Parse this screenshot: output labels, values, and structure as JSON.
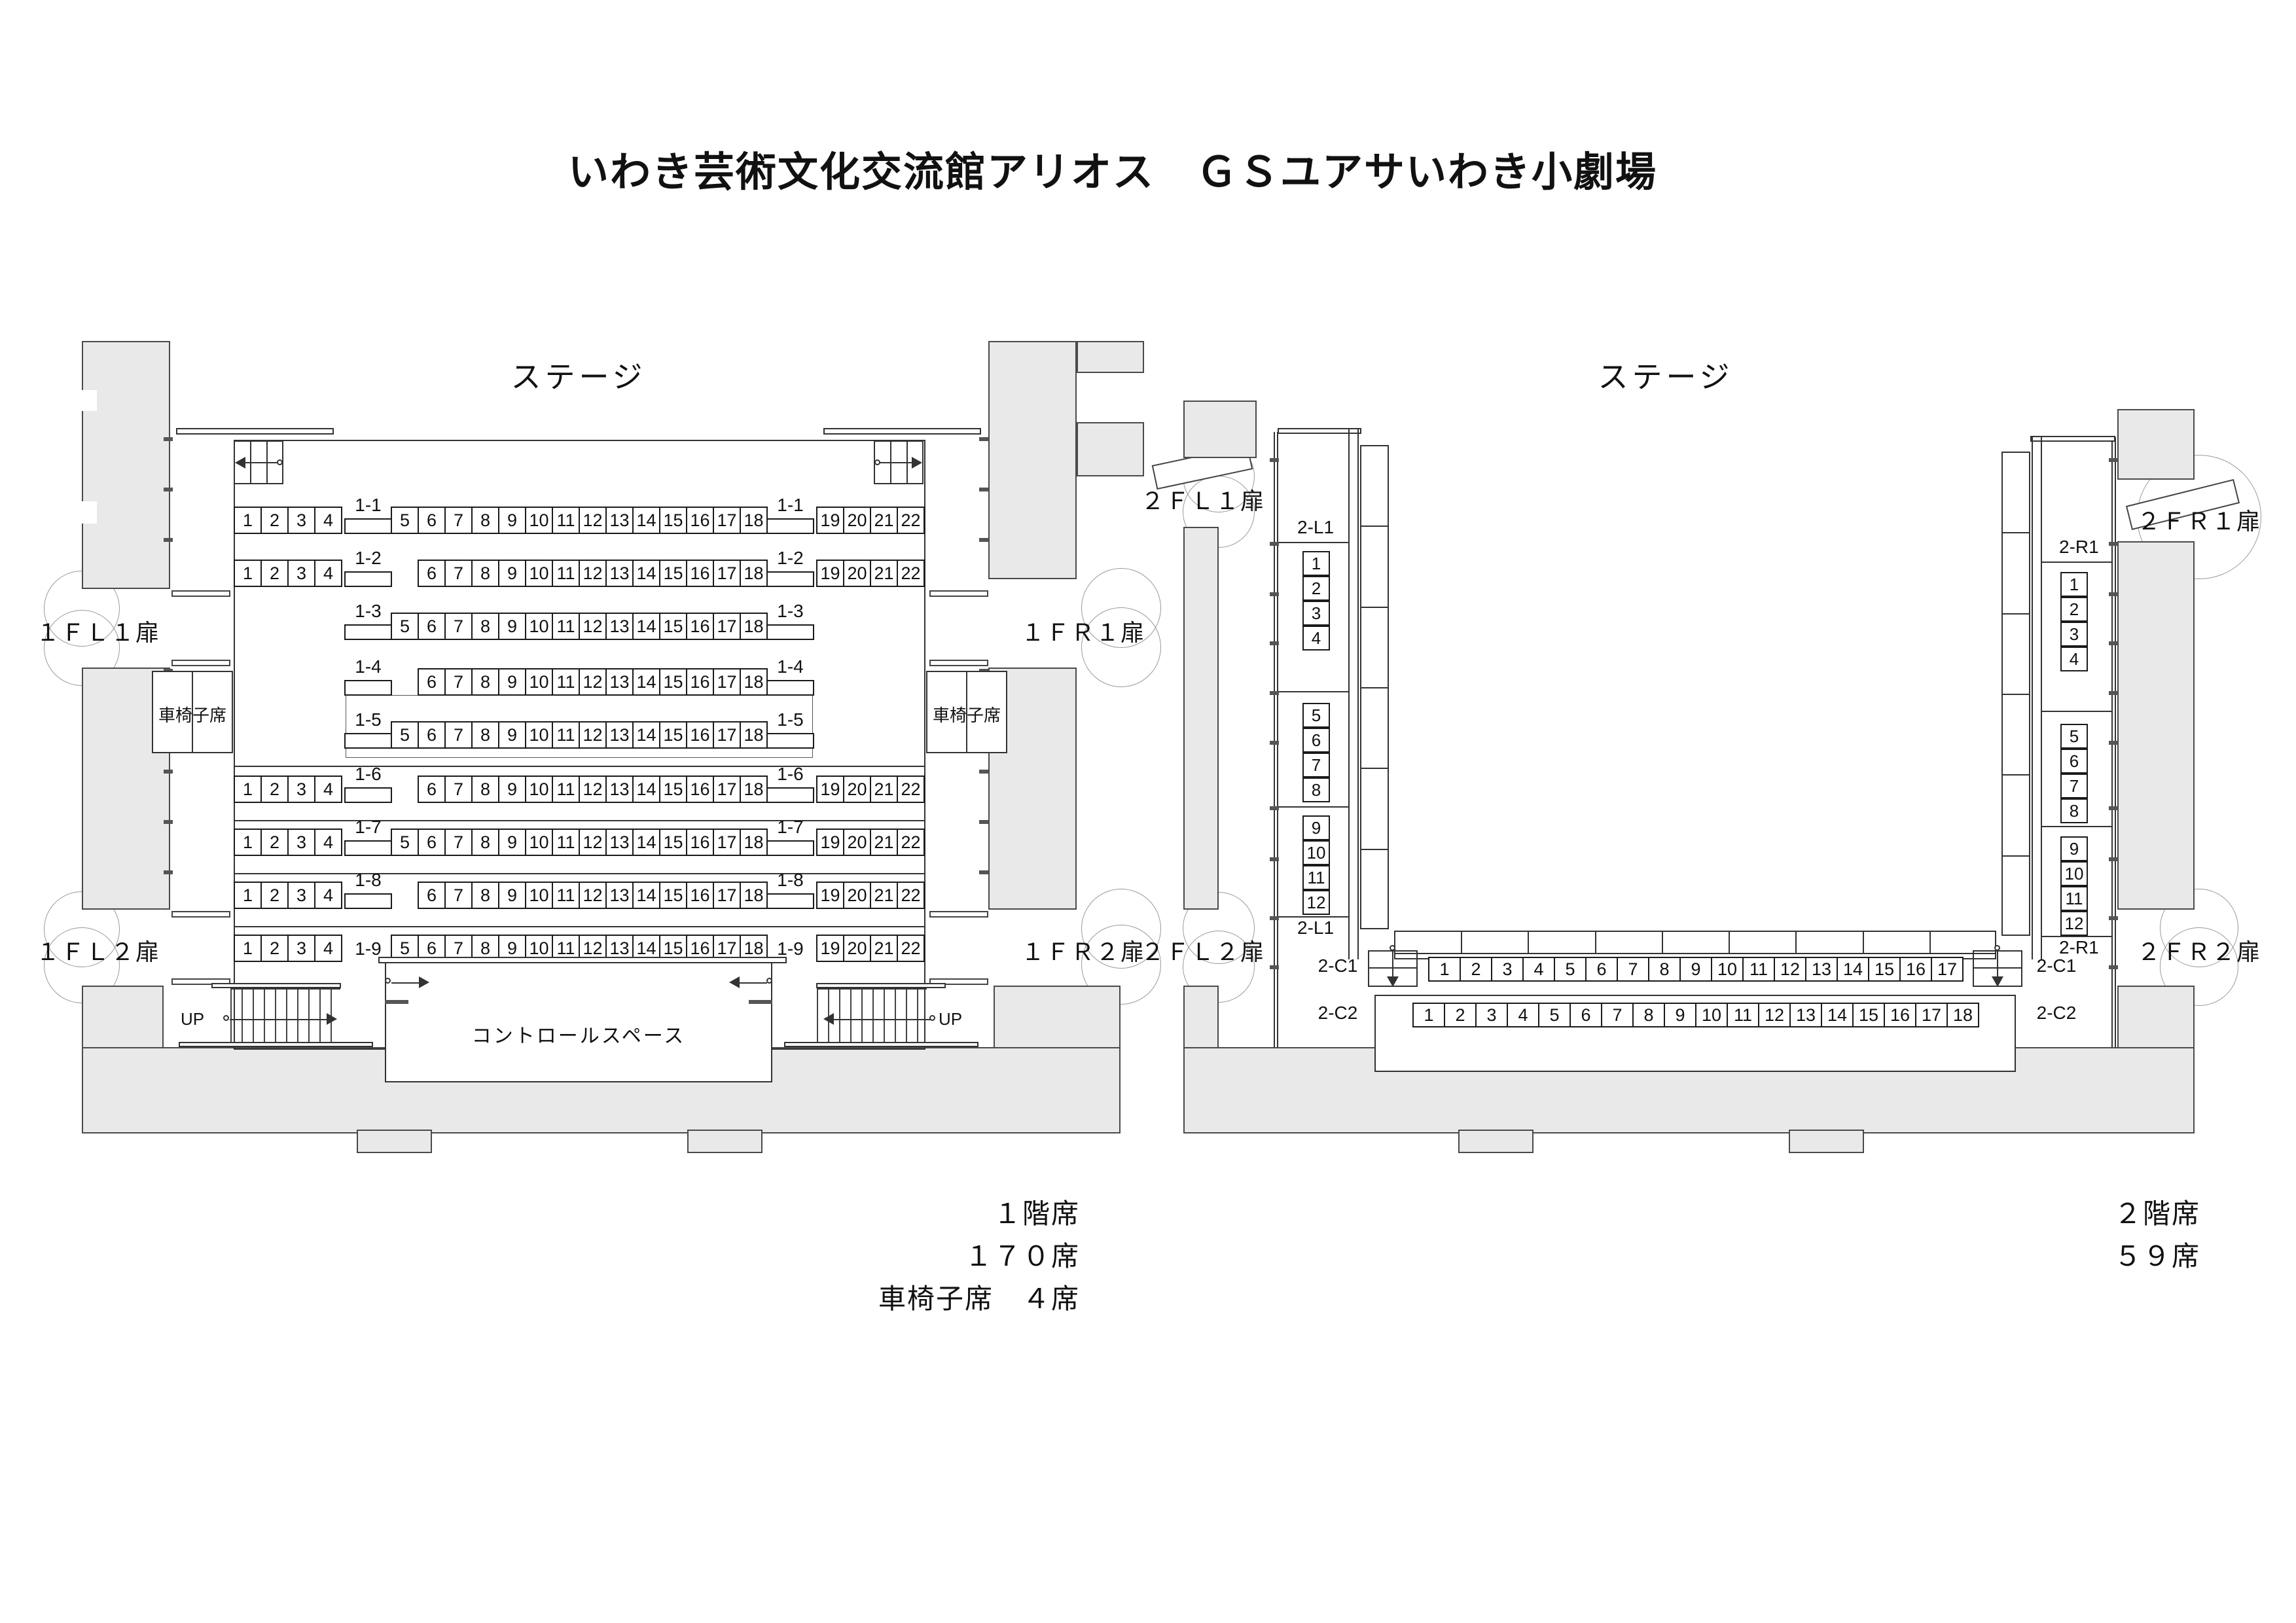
{
  "page_title": "いわき芸術文化交流館アリオス　ＧＳユアサいわき小劇場",
  "colors": {
    "wall": "#e9e9e9",
    "line": "#333333",
    "seat_border": "#1a1a1a"
  },
  "floor1": {
    "stage_label": "ステージ",
    "up_label": "UP",
    "control_label": "コントロールスペース",
    "wheelchair_label": "車椅子席",
    "doors": [
      "１ＦＬ１扉",
      "１ＦＬ２扉",
      "１ＦＲ１扉",
      "１ＦＲ２扉"
    ],
    "rows": [
      {
        "name": "1-1",
        "left": [
          1,
          2,
          3,
          4
        ],
        "mid": [
          5,
          6,
          7,
          8,
          9,
          10,
          11,
          12,
          13,
          14,
          15,
          16,
          17,
          18
        ],
        "right": [
          19,
          20,
          21,
          22
        ],
        "boxed": true
      },
      {
        "name": "1-2",
        "left": [
          1,
          2,
          3,
          4
        ],
        "mid": [
          6,
          7,
          8,
          9,
          10,
          11,
          12,
          13,
          14,
          15,
          16,
          17,
          18
        ],
        "right": [
          19,
          20,
          21,
          22
        ],
        "boxed": true
      },
      {
        "name": "1-3",
        "left": [],
        "mid": [
          5,
          6,
          7,
          8,
          9,
          10,
          11,
          12,
          13,
          14,
          15,
          16,
          17,
          18
        ],
        "right": [],
        "boxed": true
      },
      {
        "name": "1-4",
        "left": [],
        "mid": [
          6,
          7,
          8,
          9,
          10,
          11,
          12,
          13,
          14,
          15,
          16,
          17,
          18
        ],
        "right": [],
        "boxed": true
      },
      {
        "name": "1-5",
        "left": [],
        "mid": [
          5,
          6,
          7,
          8,
          9,
          10,
          11,
          12,
          13,
          14,
          15,
          16,
          17,
          18
        ],
        "right": [],
        "boxed": true
      },
      {
        "name": "1-6",
        "left": [
          1,
          2,
          3,
          4
        ],
        "mid": [
          6,
          7,
          8,
          9,
          10,
          11,
          12,
          13,
          14,
          15,
          16,
          17,
          18
        ],
        "right": [
          19,
          20,
          21,
          22
        ],
        "boxed": true
      },
      {
        "name": "1-7",
        "left": [
          1,
          2,
          3,
          4
        ],
        "mid": [
          5,
          6,
          7,
          8,
          9,
          10,
          11,
          12,
          13,
          14,
          15,
          16,
          17,
          18
        ],
        "right": [
          19,
          20,
          21,
          22
        ],
        "boxed": true
      },
      {
        "name": "1-8",
        "left": [
          1,
          2,
          3,
          4
        ],
        "mid": [
          6,
          7,
          8,
          9,
          10,
          11,
          12,
          13,
          14,
          15,
          16,
          17,
          18
        ],
        "right": [
          19,
          20,
          21,
          22
        ],
        "boxed": true
      },
      {
        "name": "1-9",
        "left": [
          1,
          2,
          3,
          4
        ],
        "mid": [
          5,
          6,
          7,
          8,
          9,
          10,
          11,
          12,
          13,
          14,
          15,
          16,
          17,
          18
        ],
        "right": [
          19,
          20,
          21,
          22
        ],
        "boxed": false
      }
    ],
    "summary": [
      "１階席",
      "１７０席",
      "車椅子席　４席"
    ]
  },
  "floor2": {
    "stage_label": "ステージ",
    "doors": [
      "２ＦＬ１扉",
      "２ＦＬ２扉",
      "２ＦＲ１扉",
      "２ＦＲ２扉"
    ],
    "left_column": {
      "label": "2-L1",
      "groups": [
        [
          1,
          2,
          3,
          4
        ],
        [
          5,
          6,
          7,
          8
        ],
        [
          9,
          10,
          11,
          12
        ]
      ]
    },
    "right_column": {
      "label": "2-R1",
      "groups": [
        [
          1,
          2,
          3,
          4
        ],
        [
          5,
          6,
          7,
          8
        ],
        [
          9,
          10,
          11,
          12
        ]
      ]
    },
    "row_c1": {
      "label": "2-C1",
      "seats": [
        1,
        2,
        3,
        4,
        5,
        6,
        7,
        8,
        9,
        10,
        11,
        12,
        13,
        14,
        15,
        16,
        17
      ]
    },
    "row_c2": {
      "label": "2-C2",
      "seats": [
        1,
        2,
        3,
        4,
        5,
        6,
        7,
        8,
        9,
        10,
        11,
        12,
        13,
        14,
        15,
        16,
        17,
        18
      ]
    },
    "summary": [
      "２階席",
      "５９席"
    ]
  }
}
